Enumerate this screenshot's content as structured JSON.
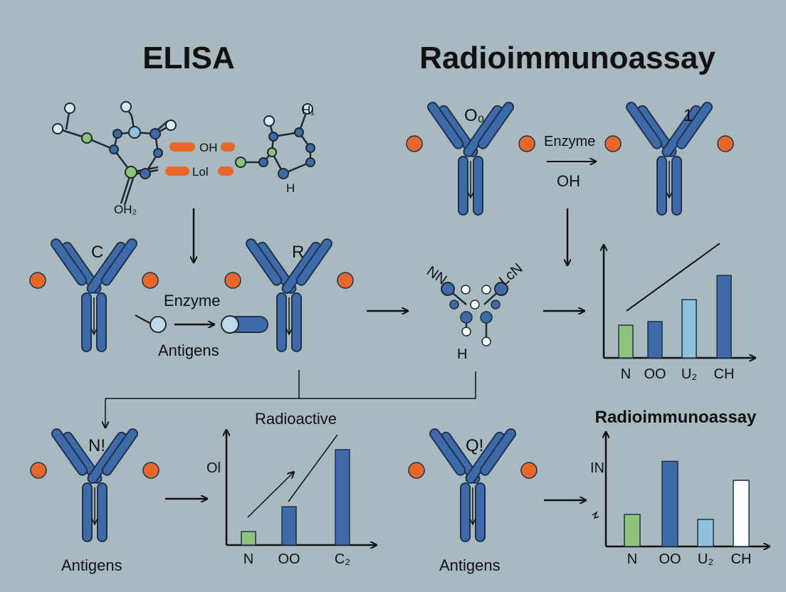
{
  "titles": {
    "left": "ELISA",
    "right": "Radioimmunoassay"
  },
  "molecule": {
    "label_oh": "OH",
    "label_lol": "Lol",
    "label_h1": "H₁",
    "label_oh2": "OH₂",
    "label_h": "H"
  },
  "antibodies": {
    "c_label": "C",
    "r_label": "R",
    "o_label": "O₀",
    "one_label": "1",
    "n_label": "N!",
    "q_label": "Q!"
  },
  "flow_labels": {
    "enzyme_left": "Enzyme",
    "antigens_mid": "Antigens",
    "enzyme_right": "Enzyme",
    "oh_right": "OH",
    "radioactive": "Radioactive",
    "antigens_bottom_left": "Antigens",
    "antigens_bottom_right": "Antigens"
  },
  "y_molecule": {
    "left_label": "NN",
    "right_label": "LcN",
    "bottom_label": "H"
  },
  "colors": {
    "background": "#a8b9bf",
    "antibody_blue": "#3e6aa8",
    "orange": "#e8672a",
    "green": "#8fc27a",
    "light_blue": "#8fc0dc",
    "white": "#ffffff"
  },
  "chart_data": [
    {
      "type": "bar",
      "categories": [
        "N",
        "OO",
        "U₂",
        "CH"
      ],
      "values": [
        27,
        30,
        48,
        68
      ],
      "colors": [
        "#8fc27a",
        "#3e6aa8",
        "#8fc0dc",
        "#3e6aa8"
      ],
      "ylim": [
        0,
        88
      ]
    },
    {
      "type": "bar",
      "categories": [
        "N",
        "OO",
        "C₂"
      ],
      "values": [
        13,
        37,
        92
      ],
      "colors": [
        "#8fc27a",
        "#3e6aa8",
        "#3e6aa8"
      ],
      "ylabel": "Ol",
      "ylim": [
        0,
        105
      ]
    },
    {
      "type": "bar",
      "title": "Radioimmunoassay",
      "categories": [
        "N",
        "OO",
        "U₂",
        "CH"
      ],
      "values": [
        32,
        85,
        27,
        66
      ],
      "colors": [
        "#8fc27a",
        "#3e6aa8",
        "#8fc0dc",
        "#ffffff"
      ],
      "ylabel": "IN",
      "ylim": [
        0,
        108
      ]
    }
  ]
}
